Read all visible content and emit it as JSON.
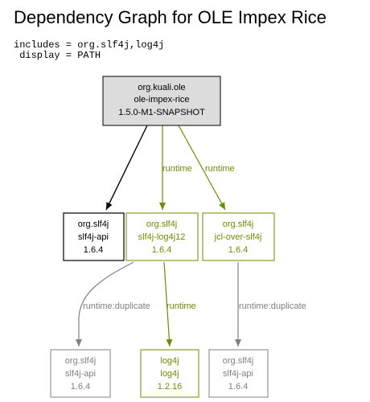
{
  "title": "Dependency Graph for OLE Impex Rice",
  "parameters": {
    "includes_line": "includes = org.slf4j,log4j",
    "display_line": " display = PATH"
  },
  "colors": {
    "root_fill": "#dcdcdc",
    "direct": "#000000",
    "runtime": "#6b8e00",
    "duplicate": "#808080"
  },
  "nodes": {
    "root": {
      "group": "org.kuali.ole",
      "artifact": "ole-impex-rice",
      "version": "1.5.0-M1-SNAPSHOT"
    },
    "slf4j_api": {
      "group": "org.slf4j",
      "artifact": "slf4j-api",
      "version": "1.6.4"
    },
    "slf4j_log4j12": {
      "group": "org.slf4j",
      "artifact": "slf4j-log4j12",
      "version": "1.6.4"
    },
    "jcl_over_slf4j": {
      "group": "org.slf4j",
      "artifact": "jcl-over-slf4j",
      "version": "1.6.4"
    },
    "slf4j_api_dup_1": {
      "group": "org.slf4j",
      "artifact": "slf4j-api",
      "version": "1.6.4"
    },
    "log4j": {
      "group": "log4j",
      "artifact": "log4j",
      "version": "1.2.16"
    },
    "slf4j_api_dup_2": {
      "group": "org.slf4j",
      "artifact": "slf4j-api",
      "version": "1.6.4"
    }
  },
  "edges": {
    "root_to_slf4j_log4j12": "runtime",
    "root_to_jcl_over_slf4j": "runtime",
    "slf4j_log4j12_to_slf4j_api": "runtime:duplicate",
    "slf4j_log4j12_to_log4j": "runtime",
    "jcl_over_slf4j_to_slf4j_api": "runtime:duplicate"
  }
}
